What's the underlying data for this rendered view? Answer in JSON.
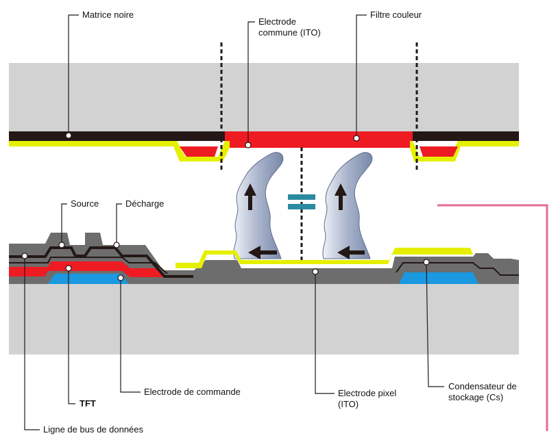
{
  "labels": {
    "matrice_noire": "Matrice noire",
    "electrode_commune_1": "Electrode",
    "electrode_commune_2": "commune (ITO)",
    "filtre_couleur": "Filtre couleur",
    "source": "Source",
    "decharge": "Décharge",
    "electrode_commande": "Electrode de commande",
    "tft": "TFT",
    "electrode_pixel_1": "Electrode pixel",
    "electrode_pixel_2": "(ITO)",
    "condensateur_1": "Condensateur de",
    "condensateur_2": "stockage (Cs)",
    "ligne_bus": "Ligne de bus de données"
  },
  "colors": {
    "glass": "#d2d2d2",
    "black_matrix": "#231815",
    "ito_yellow": "#e5f000",
    "color_filter_red": "#ee1b23",
    "gate_blue": "#1a98e0",
    "insulator_gray": "#6d6d6d",
    "equals_teal": "#2a8aa0",
    "pink_line": "#e66a96",
    "crystal_blue": "#8090b0"
  }
}
